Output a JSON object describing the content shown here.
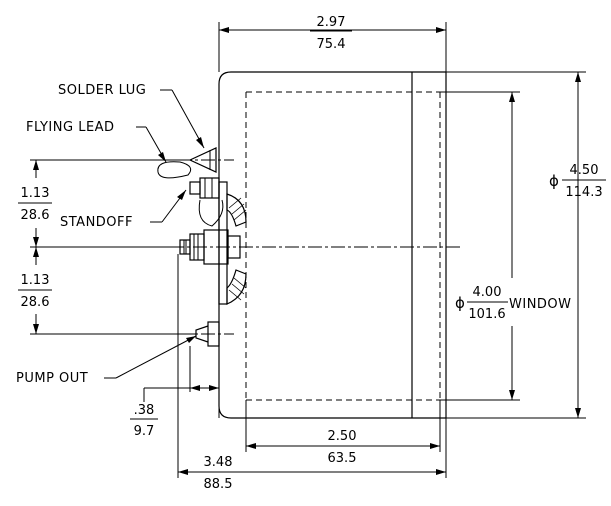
{
  "labels": {
    "solder_lug": "SOLDER LUG",
    "flying_lead": "FLYING LEAD",
    "standoff": "STANDOFF",
    "pump_out": "PUMP OUT",
    "window": "WINDOW"
  },
  "dimensions": {
    "overall_length": {
      "in": "2.97",
      "mm": "75.4"
    },
    "upper_offset": {
      "in": "1.13",
      "mm": "28.6"
    },
    "lower_offset": {
      "in": "1.13",
      "mm": "28.6"
    },
    "outer_diameter": {
      "symbol": "ϕ",
      "in": "4.50",
      "mm": "114.3"
    },
    "window_diameter": {
      "symbol": "ϕ",
      "in": "4.00",
      "mm": "101.6"
    },
    "window_depth": {
      "in": "2.50",
      "mm": "63.5"
    },
    "flange_thickness": {
      "in": ".38",
      "mm": "9.7"
    },
    "total_length": {
      "in": "3.48",
      "mm": "88.5"
    }
  }
}
